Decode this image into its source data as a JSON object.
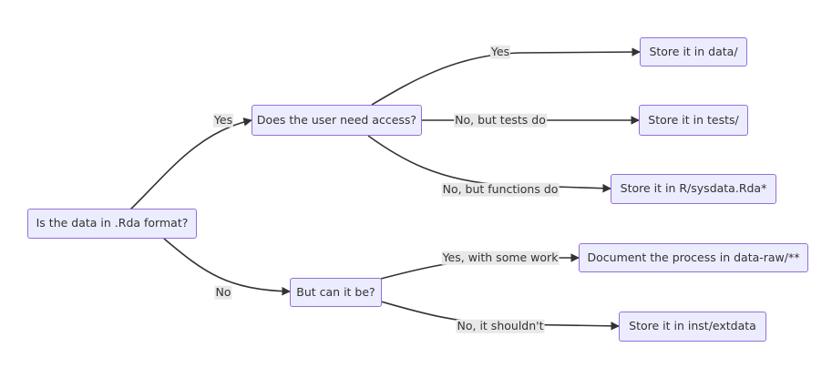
{
  "nodes": {
    "is_rda": "Is the data in .Rda format?",
    "user_access": "Does the user need access?",
    "can_it_be": "But can it be?",
    "store_data": "Store it in data/",
    "store_tests": "Store it in tests/",
    "store_sysdata": "Store it in R/sysdata.Rda*",
    "document_raw": "Document the process in data-raw/**",
    "store_inst": "Store it in inst/extdata"
  },
  "edges": {
    "yes": "Yes",
    "no": "No",
    "user_yes": "Yes",
    "tests_do": "No, but tests do",
    "functions_do": "No, but functions do",
    "with_some_work": "Yes, with some work",
    "shouldnt": "No, it shouldn't"
  },
  "colors": {
    "node_fill": "#ECECFF",
    "node_border": "#9370DB",
    "edge_line": "#333333",
    "edge_label_bg": "#e8e8e8"
  }
}
